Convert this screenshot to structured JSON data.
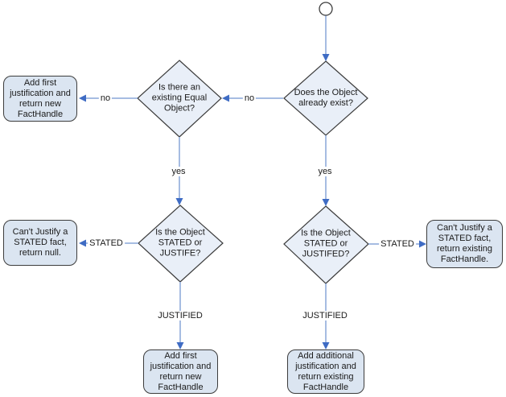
{
  "colors": {
    "background": "#ffffff",
    "text": "#1a1a1a",
    "shape_border": "#3c3c3c",
    "box_fill": "#dbe5f1",
    "diamond_fill": "#e9eff8",
    "arrow_line": "#89a6d9",
    "arrow_head": "#3f6cc4"
  },
  "nodes": {
    "decision_object_exists": {
      "label": "Does the Object already exist?"
    },
    "decision_equal_object": {
      "label": "Is there an existing Equal Object?"
    },
    "decision_stated_or_justife": {
      "label": "Is the Object STATED or JUSTIFE?"
    },
    "decision_stated_or_justifed": {
      "label": "Is the Object STATED or JUSTIFED?"
    },
    "box_add_first_justification_top": {
      "label": "Add first justification and return new FactHandle"
    },
    "box_cant_justify_return_null": {
      "label": "Can't Justify a STATED fact, return null."
    },
    "box_cant_justify_return_existing": {
      "label": "Can't Justify a STATED fact, return existing FactHandle."
    },
    "box_add_first_justification_bottom": {
      "label": "Add first justification and return new FactHandle"
    },
    "box_add_additional_justification": {
      "label": "Add additional justification and return existing FactHandle"
    }
  },
  "edges": {
    "no_to_equal_check": "no",
    "no_to_add_first": "no",
    "yes_equal": "yes",
    "yes_exists": "yes",
    "stated_left": "STATED",
    "stated_right": "STATED",
    "justified_left": "JUSTIFIED",
    "justified_right": "JUSTIFIED"
  }
}
